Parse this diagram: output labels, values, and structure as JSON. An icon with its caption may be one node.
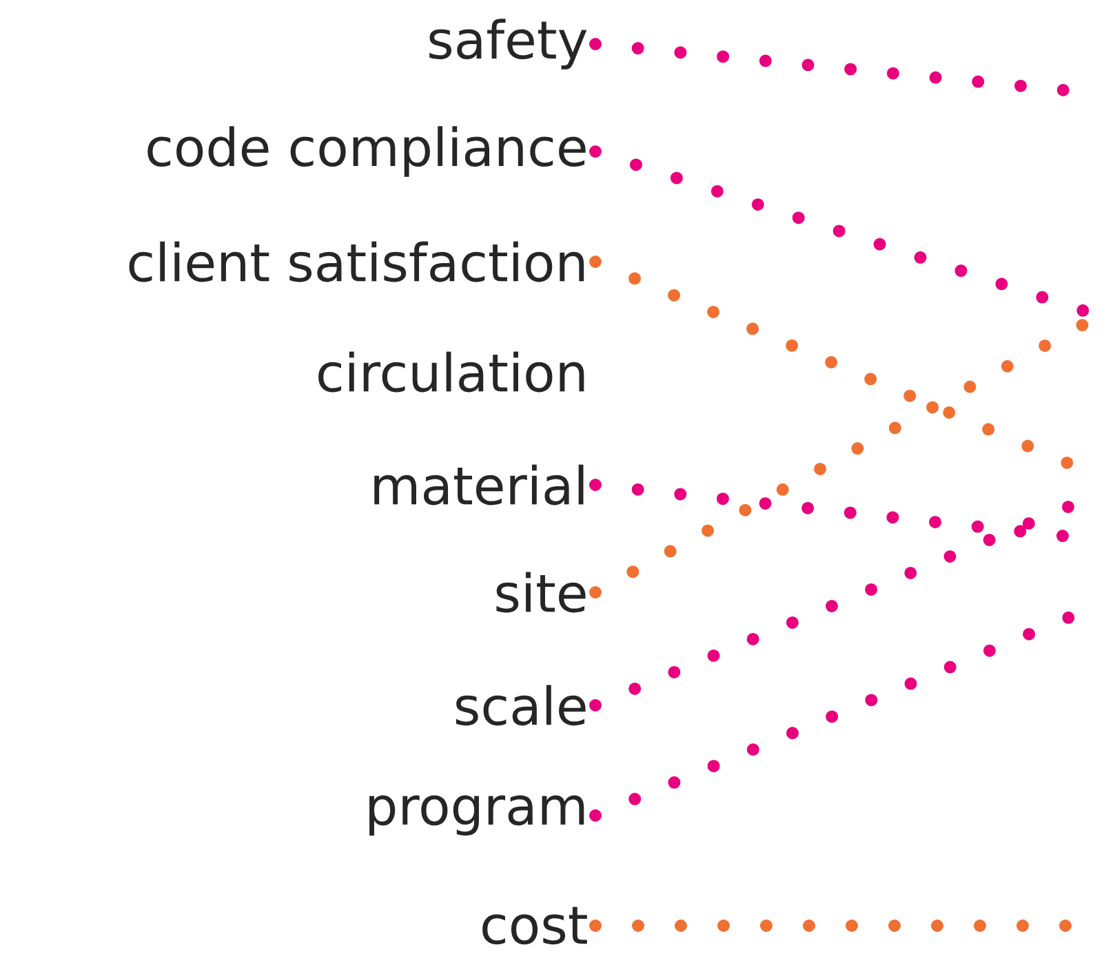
{
  "diagram": {
    "nodes": [
      {
        "text": [
          "safety"
        ]
      },
      {
        "text": [
          "code compliance"
        ]
      },
      {
        "text": [
          "client satisfaction"
        ]
      },
      {
        "text": [
          "circulation"
        ]
      },
      {
        "text": [
          "material"
        ]
      },
      {
        "text": [
          "site"
        ]
      },
      {
        "text": [
          "scale"
        ]
      },
      {
        "text": [
          "program"
        ]
      },
      {
        "text": [
          "cost"
        ]
      }
    ],
    "edges": [
      {
        "from": 0,
        "to": null,
        "arrow": "none"
      },
      {
        "from": 1,
        "to": null,
        "arrow": "none"
      },
      {
        "from": 2,
        "to": null,
        "arrow": "none",
        "color": "#f07032"
      },
      {
        "from": 4,
        "to": null,
        "arrow": "none"
      },
      {
        "from": 5,
        "to": null,
        "arrow": "none",
        "color": "#f07032"
      },
      {
        "from": 6,
        "to": null,
        "arrow": "none"
      },
      {
        "from": 7,
        "to": null,
        "arrow": "none"
      },
      {
        "from": 8,
        "to": null,
        "arrow": "none",
        "color": "#f07032"
      }
    ]
  }
}
